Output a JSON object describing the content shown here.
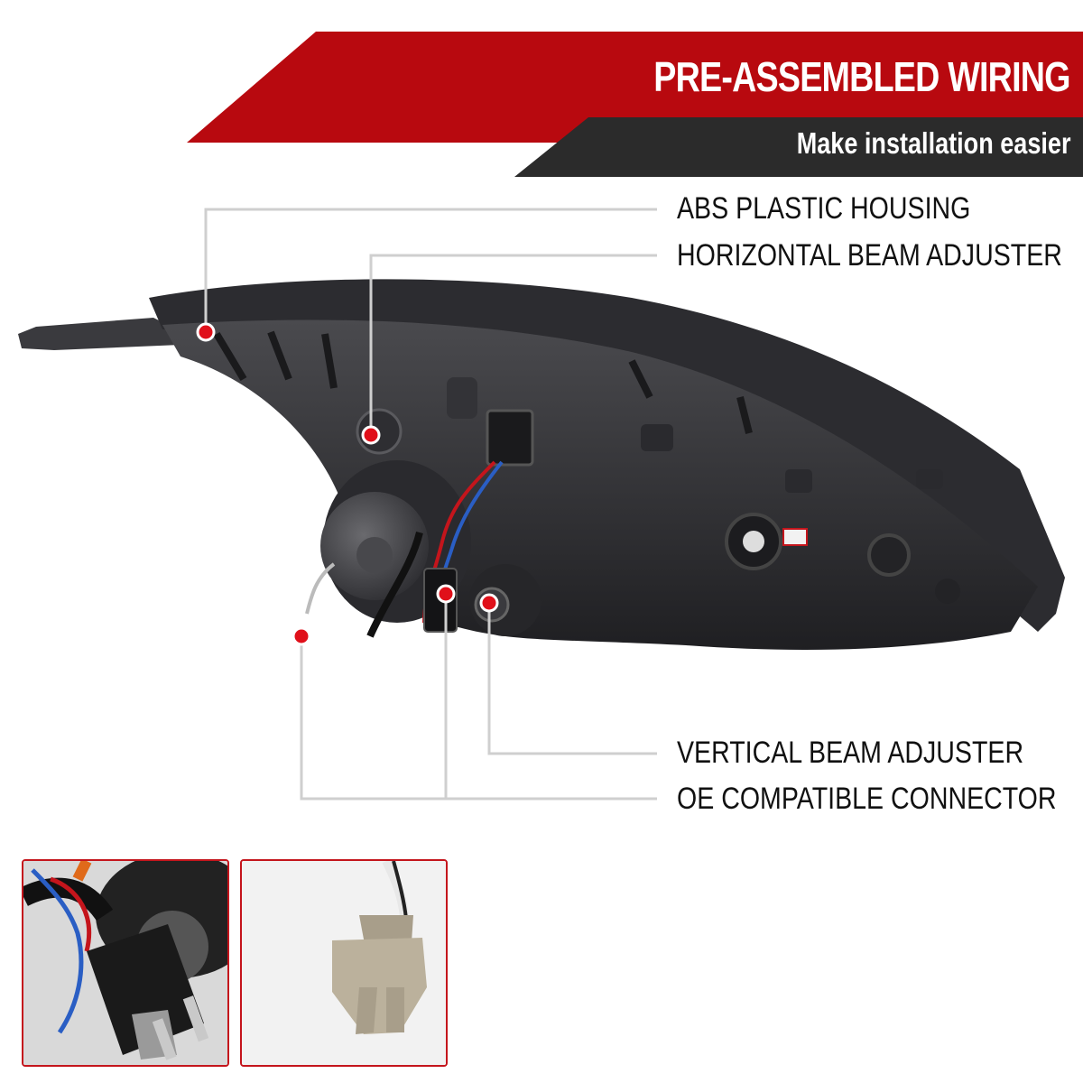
{
  "header": {
    "title": "PRE-ASSEMBLED WIRING",
    "subtitle": "Make installation easier"
  },
  "callouts": [
    {
      "label": "ABS PLASTIC HOUSING"
    },
    {
      "label": "HORIZONTAL BEAM ADJUSTER"
    },
    {
      "label": "VERTICAL BEAM ADJUSTER"
    },
    {
      "label": "OE COMPATIBLE CONNECTOR"
    }
  ],
  "colors": {
    "brand_red": "#b8090f",
    "dark_banner": "#2b2b2b",
    "callout_dot": "#e0101a",
    "inset_border": "#c4151c"
  }
}
